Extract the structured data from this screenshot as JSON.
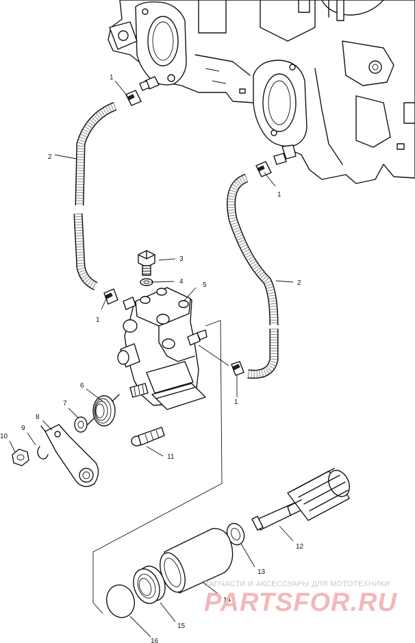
{
  "callouts": {
    "c1a": "1",
    "c1b": "1",
    "c1c": "1",
    "c1d": "1",
    "c2a": "2",
    "c2b": "2",
    "c3": "3",
    "c4": "4",
    "c5": "5",
    "c6": "6",
    "c7": "7",
    "c8": "8",
    "c9": "9",
    "c10": "10",
    "c11": "11",
    "c12": "12",
    "c13": "13",
    "c14": "14",
    "c15": "15",
    "c16": "16"
  },
  "watermark": {
    "caption": "ЗАПЧАСТИ И АКСЕССУАРЫ ДЛЯ МОТОТЕХНИКИ",
    "logo": "PARTSFOR.RU",
    "logo_color": "#f2b8b8"
  }
}
